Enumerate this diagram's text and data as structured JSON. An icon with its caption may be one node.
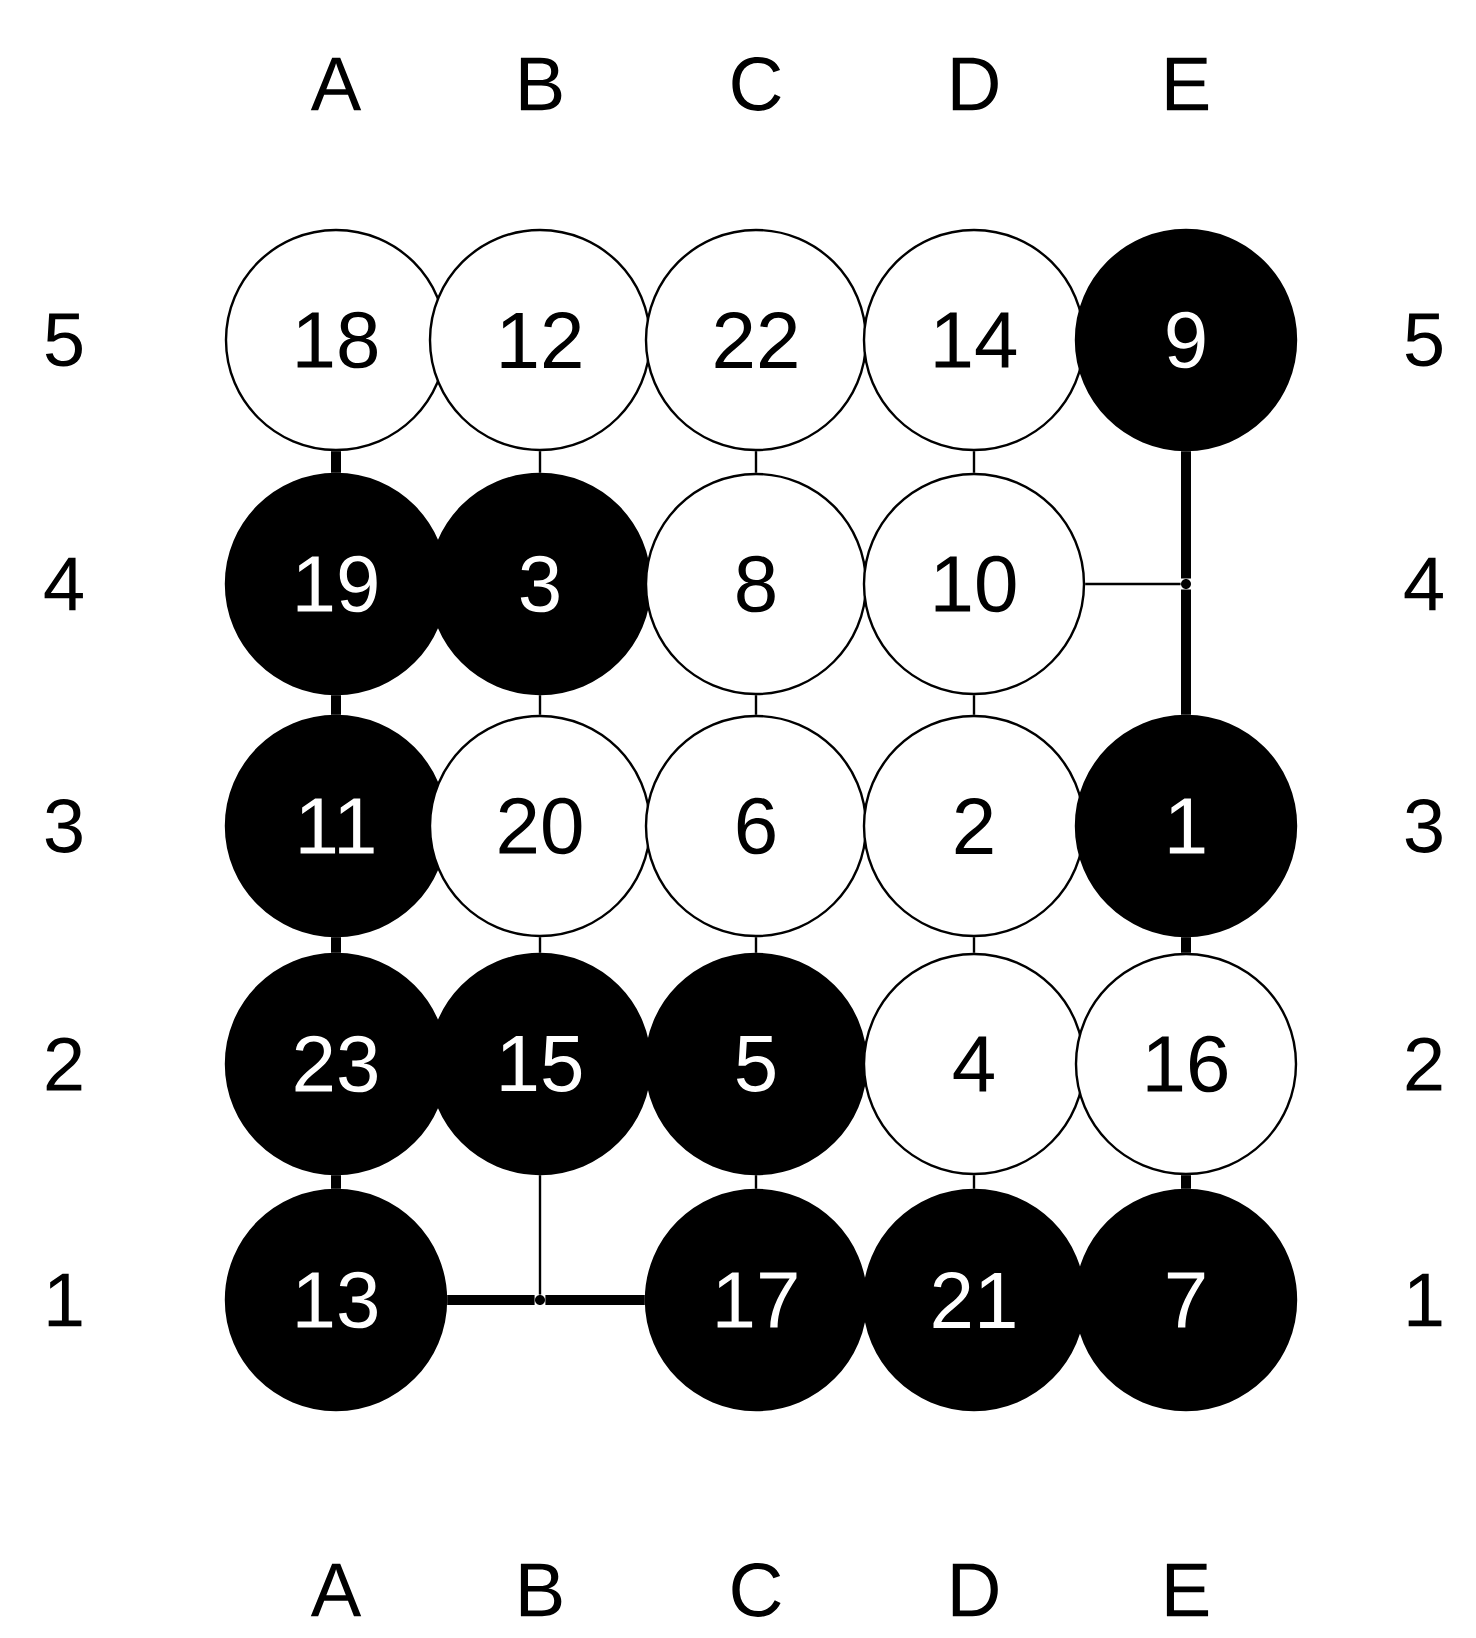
{
  "diagram": {
    "nodes": [
      {
        "text": [
          "18"
        ]
      },
      {
        "text": [
          "12"
        ]
      },
      {
        "text": [
          "22"
        ]
      },
      {
        "text": [
          "14"
        ]
      },
      {
        "text": [
          "9"
        ]
      },
      {
        "text": [
          "19"
        ]
      },
      {
        "text": [
          "3"
        ]
      },
      {
        "text": [
          "8"
        ]
      },
      {
        "text": [
          "10"
        ]
      },
      {
        "text": [],
        "shape": "point"
      },
      {
        "text": [
          "11"
        ]
      },
      {
        "text": [
          "20"
        ]
      },
      {
        "text": [
          "6"
        ]
      },
      {
        "text": [
          "2"
        ]
      },
      {
        "text": [
          "1"
        ]
      },
      {
        "text": [
          "23"
        ]
      },
      {
        "text": [
          "15"
        ]
      },
      {
        "text": [
          "5"
        ]
      },
      {
        "text": [
          "4"
        ]
      },
      {
        "text": [
          "16"
        ]
      },
      {
        "text": [
          "13"
        ]
      },
      {
        "text": [],
        "shape": "point"
      },
      {
        "text": [
          "17"
        ]
      },
      {
        "text": [
          "21"
        ]
      },
      {
        "text": [
          "7"
        ]
      }
    ],
    "edges": [
      {
        "from": 0,
        "to": 5,
        "arrow": "none",
        "style": "thick"
      },
      {
        "from": 5,
        "to": 10,
        "arrow": "none",
        "style": "thick"
      },
      {
        "from": 10,
        "to": 15,
        "arrow": "none",
        "style": "thick"
      },
      {
        "from": 15,
        "to": 20,
        "arrow": "none",
        "style": "thick"
      },
      {
        "from": 1,
        "to": 6,
        "arrow": "none"
      },
      {
        "from": 6,
        "to": 11,
        "arrow": "none"
      },
      {
        "from": 11,
        "to": 16,
        "arrow": "none"
      },
      {
        "from": 16,
        "to": 21,
        "arrow": "none"
      },
      {
        "from": 2,
        "to": 7,
        "arrow": "none"
      },
      {
        "from": 7,
        "to": 12,
        "arrow": "none"
      },
      {
        "from": 12,
        "to": 17,
        "arrow": "none"
      },
      {
        "from": 17,
        "to": 22,
        "arrow": "none"
      },
      {
        "from": 3,
        "to": 8,
        "arrow": "none"
      },
      {
        "from": 8,
        "to": 13,
        "arrow": "none"
      },
      {
        "from": 13,
        "to": 18,
        "arrow": "none"
      },
      {
        "from": 18,
        "to": 23,
        "arrow": "none"
      },
      {
        "from": 4,
        "to": 9,
        "arrow": "none",
        "style": "thick"
      },
      {
        "from": 9,
        "to": 14,
        "arrow": "none",
        "style": "thick"
      },
      {
        "from": 14,
        "to": 19,
        "arrow": "none",
        "style": "thick"
      },
      {
        "from": 19,
        "to": 24,
        "arrow": "none",
        "style": "thick"
      },
      {
        "from": 8,
        "to": 9,
        "arrow": "none"
      },
      {
        "from": 20,
        "to": 21,
        "arrow": "none",
        "style": "thick"
      },
      {
        "from": 21,
        "to": 22,
        "arrow": "none",
        "style": "thick"
      }
    ],
    "labels": [
      "A",
      "B",
      "C",
      "D",
      "E",
      "5",
      "5",
      "4",
      "4",
      "3",
      "3",
      "2",
      "2",
      "1",
      "1",
      "A",
      "B",
      "C",
      "D",
      "E"
    ]
  }
}
